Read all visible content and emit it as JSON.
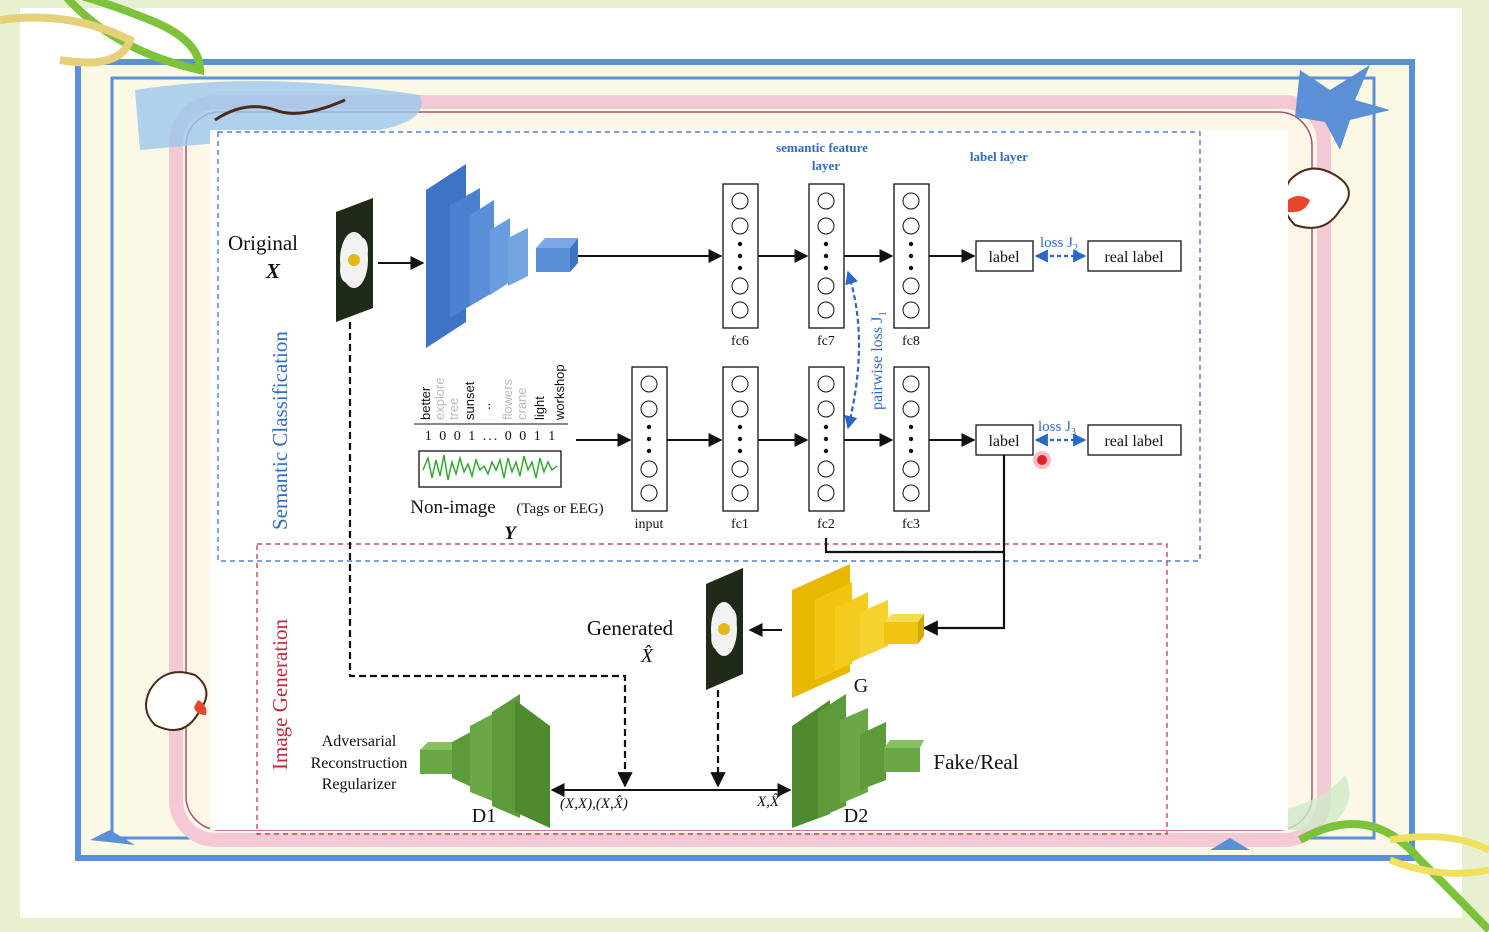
{
  "diagram": {
    "header_semantic_feature_layer_line1": "semantic feature",
    "header_semantic_feature_layer_line2": "layer",
    "header_label_layer": "label layer",
    "original_label": "Original",
    "original_symbol": "X",
    "section_semantic": "Semantic Classification",
    "section_generation": "Image Generation",
    "tags": [
      "better",
      "explore",
      "tree",
      "sunset",
      "..",
      "flowers",
      "crane",
      "light",
      "workshop"
    ],
    "tag_vector": "1 0 0 1 ... 0 0 1 1",
    "non_image_label": "Non-image",
    "non_image_sub": "(Tags or  EEG)",
    "non_image_symbol": "Y",
    "layers_top": [
      "fc6",
      "fc7",
      "fc8"
    ],
    "layers_bottom": [
      "input",
      "fc1",
      "fc2",
      "fc3"
    ],
    "label_box": "label",
    "real_label_box": "real label",
    "loss_j2": "loss J",
    "loss_j2_sub": "2",
    "loss_j3": "loss J",
    "loss_j3_sub": "3",
    "pairwise_loss": "pairwise  loss J",
    "pairwise_loss_sub": "1",
    "generated_label": "Generated",
    "generated_symbol": "X̂",
    "generator_label": "G",
    "adversarial_line1": "Adversarial",
    "adversarial_line2": "Reconstruction",
    "adversarial_line3": "Regularizer",
    "d1_label": "D1",
    "d2_label": "D2",
    "d1_input": "(X,X),(X,X̂)",
    "d2_input": "X,X̂",
    "fake_real": "Fake/Real"
  },
  "colors": {
    "slide_bg": "#e8f0d0",
    "frame_blue": "#5b8fd6",
    "frame_pink": "#f4c9d6",
    "cnn_blue": "#3d74c4",
    "generator_yellow": "#e8b800",
    "discriminator_green": "#5d9a3a",
    "section_blue": "#2f6bc4",
    "section_red": "#c0283a",
    "dash_blue": "#2a66c9",
    "pointer_red": "#e0202a"
  }
}
